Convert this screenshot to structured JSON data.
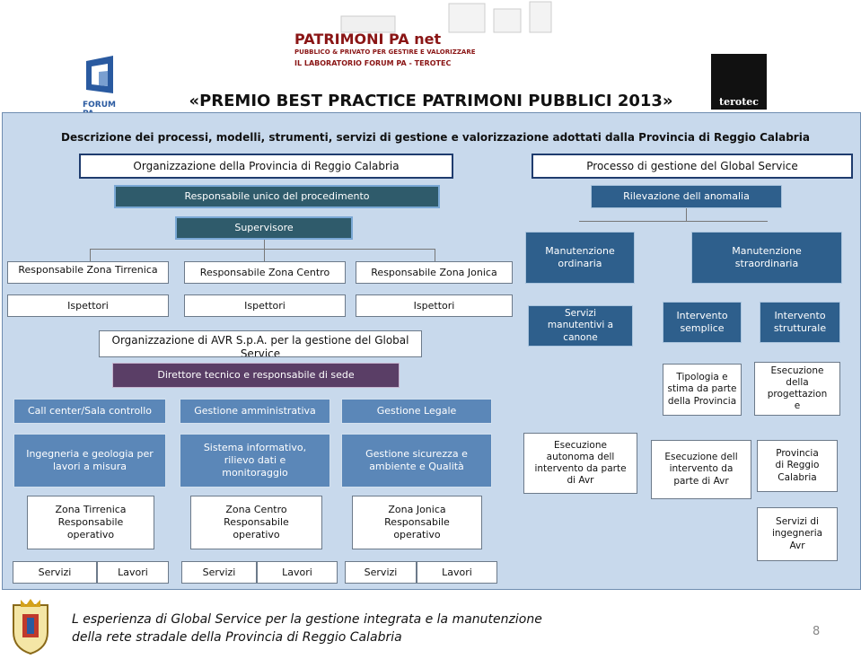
{
  "header": {
    "banner_title": "PATRIMONI PA net",
    "banner_sub1": "PUBBLICO & PRIVATO PER GESTIRE E VALORIZZARE",
    "banner_sub2": "IL LABORATORIO FORUM PA - TEROTEC",
    "forum_logo_text": "FORUM PA",
    "terotec_logo_text": "terotec",
    "title": "«PREMIO BEST PRACTICE PATRIMONI PUBBLICI 2013»"
  },
  "diagram": {
    "description": "Descrizione dei processi, modelli, strumenti, servizi di gestione e valorizzazione adottati dalla Provincia di Reggio Calabria",
    "left": {
      "org_title": "Organizzazione della Provincia di Reggio Calabria",
      "responsabile_unico": "Responsabile unico del procedimento",
      "supervisore": "Supervisore",
      "zone_tirrenica": "Responsabile Zona Tirrenica",
      "zone_centro": "Responsabile Zona Centro",
      "zone_jonica": "Responsabile Zona Jonica",
      "ispettori_1": "Ispettori",
      "ispettori_2": "Ispettori",
      "ispettori_3": "Ispettori",
      "avr_org": "Organizzazione di AVR S.p.A. per la gestione del Global Service",
      "direttore": "Direttore tecnico e responsabile di sede",
      "call_center": "Call center/Sala controllo",
      "gestione_amministrativa": "Gestione amministrativa",
      "gestione_legale": "Gestione Legale",
      "ingegneria": "Ingegneria e geologia per lavori a misura",
      "sistema_informativo": "Sistema informativo, rilievo dati e monitoraggio",
      "gestione_sicurezza": "Gestione sicurezza e ambiente e Qualità",
      "zona_tirrenica_op": "Zona Tirrenica Responsabile operativo",
      "zona_centro_op": "Zona Centro Responsabile operativo",
      "zona_jonica_op": "Zona Jonica Responsabile operativo",
      "servizi_1": "Servizi",
      "lavori_1": "Lavori",
      "servizi_2": "Servizi",
      "lavori_2": "Lavori",
      "servizi_3": "Servizi",
      "lavori_3": "Lavori"
    },
    "right": {
      "process_title": "Processo di gestione del Global Service",
      "rilevazione": "Rilevazione dell anomalia",
      "manutenzione_ordinaria": "Manutenzione ordinaria",
      "manutenzione_straordinaria": "Manutenzione straordinaria",
      "servizi_canone": "Servizi manutentivi a canone",
      "intervento_semplice": "Intervento semplice",
      "intervento_strutturale": "Intervento strutturale",
      "tipologia_stima": "Tipologia e stima da parte della Provincia",
      "esecuzione_progettazione": "Esecuzione della progettazion e",
      "esecuzione_autonoma": "Esecuzione autonoma dell intervento da parte di Avr",
      "esecuzione_intervento": "Esecuzione dell intervento da parte di Avr",
      "provincia_rc": "Provincia di Reggio Calabria",
      "servizi_ingegneria": "Servizi di ingegneria Avr"
    }
  },
  "footer": {
    "caption_line1": "L esperienza di Global Service per la gestione integrata e la manutenzione",
    "caption_line2": "della rete stradale della Provincia di Reggio Calabria",
    "page_number": "8"
  }
}
